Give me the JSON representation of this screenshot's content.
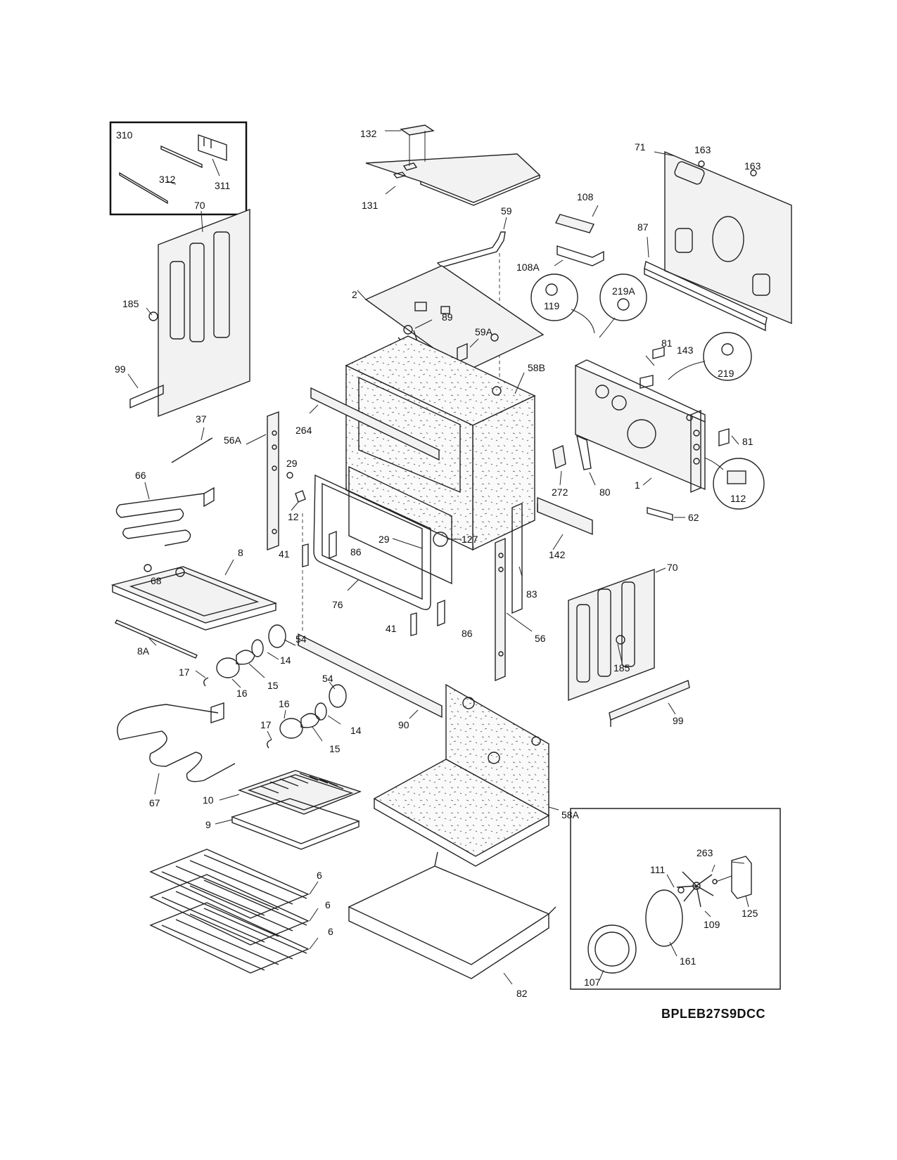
{
  "diagram": {
    "model_code": "BPLEB27S9DCC"
  },
  "labels": {
    "l310": "310",
    "l312": "312",
    "l311": "311",
    "l132": "132",
    "l131": "131",
    "l59": "59",
    "l108": "108",
    "l108A": "108A",
    "l163a": "163",
    "l163b": "163",
    "l71": "71",
    "l87": "87",
    "l70a": "70",
    "l185a": "185",
    "l99a": "99",
    "l2": "2",
    "l89": "89",
    "l59A": "59A",
    "l119": "119",
    "l219A": "219A",
    "l81a": "81",
    "l143": "143",
    "l219": "219",
    "l58B": "58B",
    "l37": "37",
    "l56A": "56A",
    "l264": "264",
    "l29a": "29",
    "l272": "272",
    "l80": "80",
    "l1": "1",
    "l81b": "81",
    "l112": "112",
    "l66": "66",
    "l12": "12",
    "l62": "62",
    "l29b": "29",
    "l127": "127",
    "l142": "142",
    "l41a": "41",
    "l86a": "86",
    "l8": "8",
    "l68": "68",
    "l70b": "70",
    "l83": "83",
    "l76": "76",
    "l54a": "54",
    "l14a": "14",
    "l8A": "8A",
    "l41b": "41",
    "l86b": "86",
    "l56": "56",
    "l17a": "17",
    "l16a": "16",
    "l15a": "15",
    "l185b": "185",
    "l54b": "54",
    "l99b": "99",
    "l16b": "16",
    "l90": "90",
    "l17b": "17",
    "l14b": "14",
    "l15b": "15",
    "l67": "67",
    "l10": "10",
    "l58A": "58A",
    "l9": "9",
    "l263": "263",
    "l111": "111",
    "l125": "125",
    "l109": "109",
    "l6a": "6",
    "l6b": "6",
    "l6c": "6",
    "l161": "161",
    "l107": "107",
    "l82": "82"
  }
}
